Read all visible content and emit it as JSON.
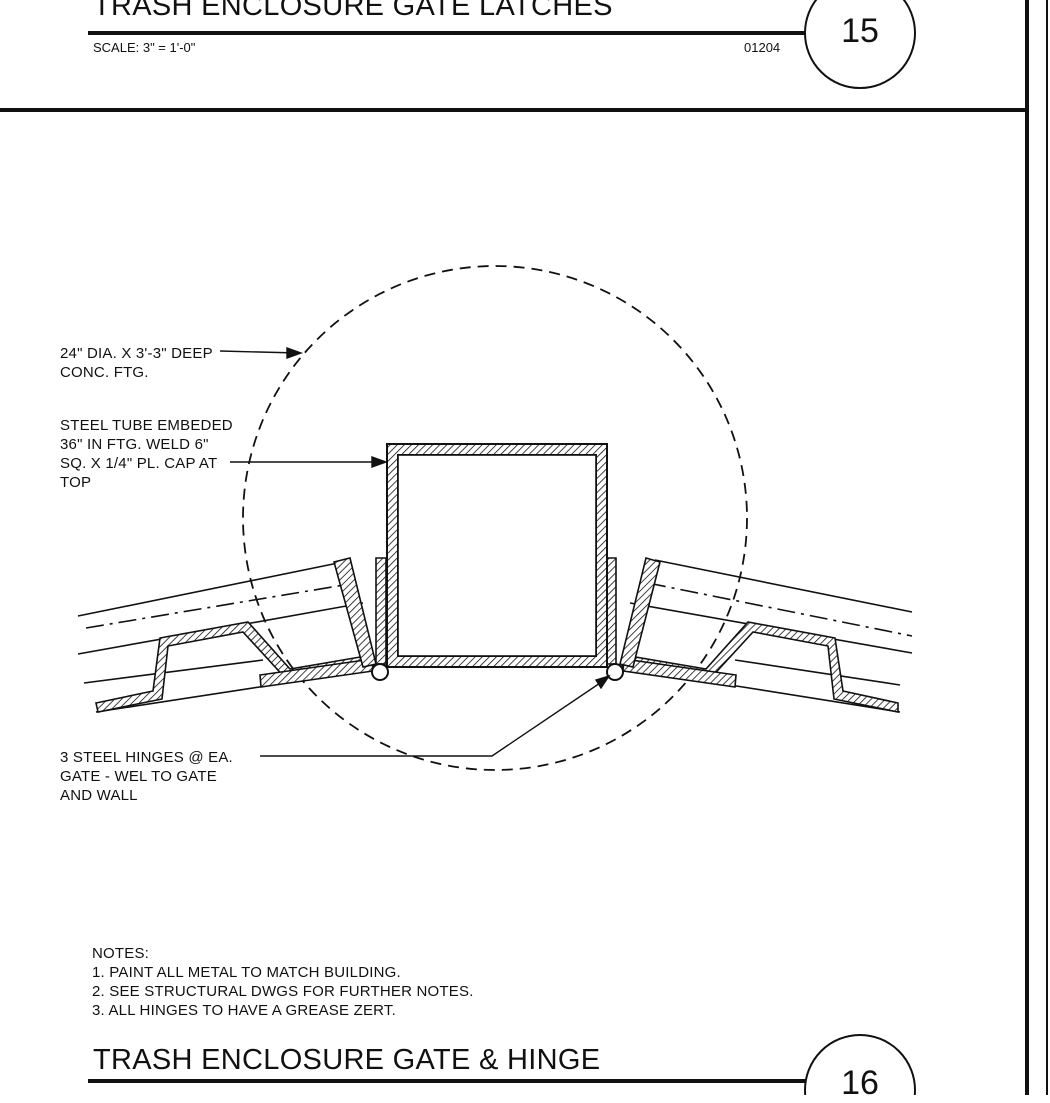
{
  "detail_15": {
    "title": "TRASH ENCLOSURE GATE LATCHES",
    "scale": "SCALE:  3\" = 1'-0\"",
    "sheet_code": "01204",
    "number": "15"
  },
  "callouts": {
    "footing": "24\" DIA. X 3'-3\" DEEP\nCONC. FTG.",
    "steel_tube": "STEEL TUBE EMBEDED\n36\" IN FTG. WELD 6\"\nSQ. X 1/4\" PL. CAP AT\nTOP",
    "hinges": "3 STEEL HINGES @ EA.\nGATE - WEL TO GATE\nAND WALL"
  },
  "notes": {
    "heading": "NOTES:",
    "items": [
      "1. PAINT ALL METAL TO MATCH BUILDING.",
      "2. SEE STRUCTURAL DWGS FOR FURTHER NOTES.",
      "3. ALL HINGES TO HAVE A GREASE ZERT."
    ]
  },
  "detail_16": {
    "title": "TRASH ENCLOSURE GATE & HINGE",
    "number": "16"
  }
}
